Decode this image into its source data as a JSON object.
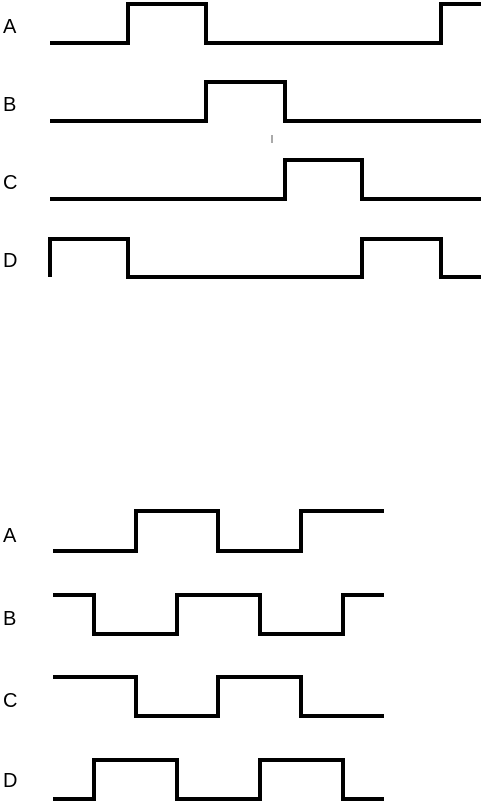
{
  "diagrams": [
    {
      "name": "top",
      "signals": [
        {
          "label": "A",
          "levels": [
            0,
            1,
            0,
            0,
            0,
            1
          ]
        },
        {
          "label": "B",
          "levels": [
            0,
            0,
            1,
            0,
            0,
            0
          ]
        },
        {
          "label": "C",
          "levels": [
            0,
            0,
            0,
            1,
            0,
            0
          ]
        },
        {
          "label": "D",
          "levels": [
            1,
            0,
            0,
            0,
            1,
            0
          ]
        }
      ]
    },
    {
      "name": "bottom",
      "signals": [
        {
          "label": "A",
          "levels": [
            0,
            0,
            1,
            1,
            0,
            0,
            1,
            1
          ]
        },
        {
          "label": "B",
          "levels": [
            1,
            0,
            0,
            1,
            1,
            0,
            0,
            1
          ]
        },
        {
          "label": "C",
          "levels": [
            1,
            1,
            0,
            0,
            1,
            1,
            0,
            0
          ]
        },
        {
          "label": "D",
          "levels": [
            0,
            1,
            1,
            0,
            0,
            1,
            1,
            0
          ]
        }
      ]
    }
  ]
}
